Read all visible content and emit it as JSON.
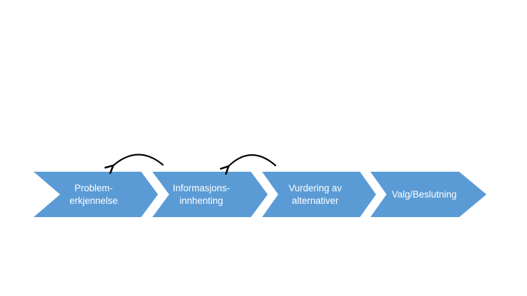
{
  "diagram": {
    "kind": "chevron-process-flow",
    "steps": [
      {
        "label": "Problem-\nerkjennelse"
      },
      {
        "label": "Informasjons-\ninnhenting"
      },
      {
        "label": "Vurdering av\nalternativer"
      },
      {
        "label": "Valg/Beslutning"
      }
    ],
    "feedback_arrows": [
      {
        "from_step": 2,
        "to_step": 1,
        "direction": "back"
      },
      {
        "from_step": 3,
        "to_step": 2,
        "direction": "back"
      }
    ],
    "colors": {
      "chevron_fill": "#5b9bd5",
      "step_text": "#ffffff",
      "arrow_stroke": "#000000",
      "background": "#ffffff"
    }
  }
}
